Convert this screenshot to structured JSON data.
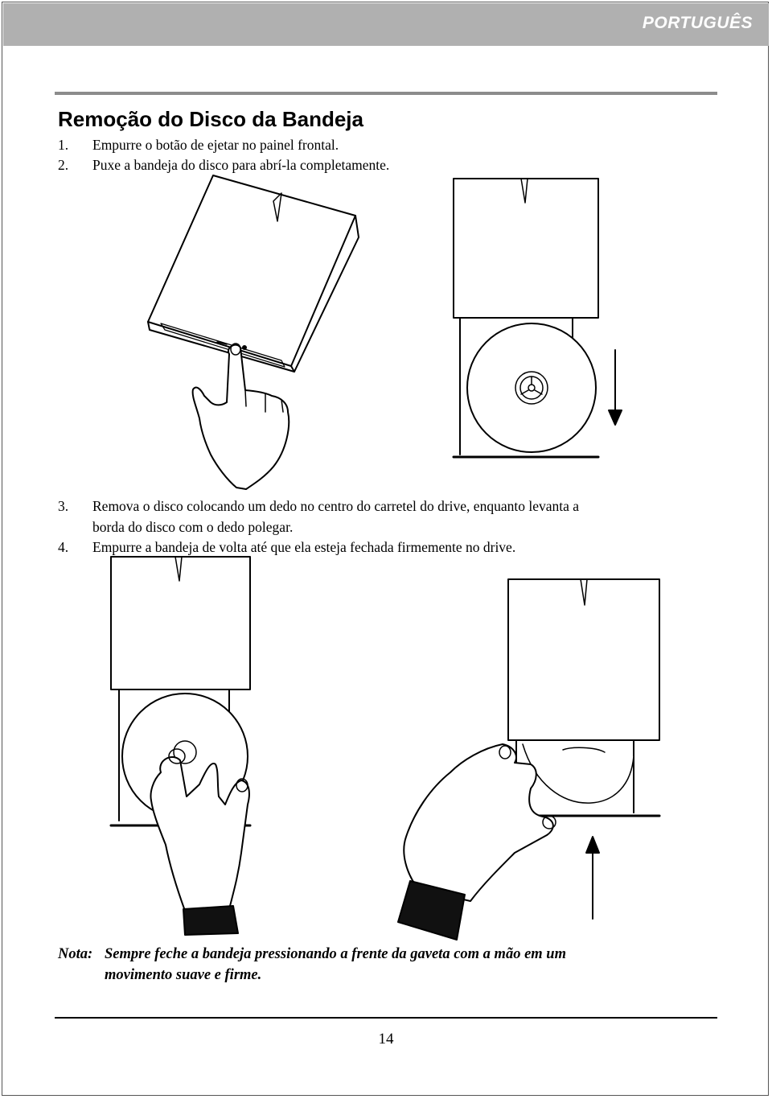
{
  "header": {
    "language": "PORTUGUÊS"
  },
  "section": {
    "title": "Remoção do Disco da Bandeja"
  },
  "steps": [
    {
      "num": "1.",
      "lines": [
        "Empurre o botão de ejetar no painel frontal."
      ]
    },
    {
      "num": "2.",
      "lines": [
        "Puxe a bandeja do disco para abrí-la completamente."
      ]
    },
    {
      "num": "3.",
      "lines": [
        "Remova o disco colocando um dedo  no centro do carretel do drive, enquanto levanta a",
        "borda do disco com o dedo polegar."
      ]
    },
    {
      "num": "4.",
      "lines": [
        "Empurre a bandeja de volta até que ela esteja fechada firmemente no drive."
      ]
    }
  ],
  "note": {
    "label": "Nota:",
    "lines": [
      "Sempre feche a bandeja pressionando a frente da gaveta com a mão em um",
      "movimento suave e firme."
    ]
  },
  "footer": {
    "page_number": "14"
  }
}
